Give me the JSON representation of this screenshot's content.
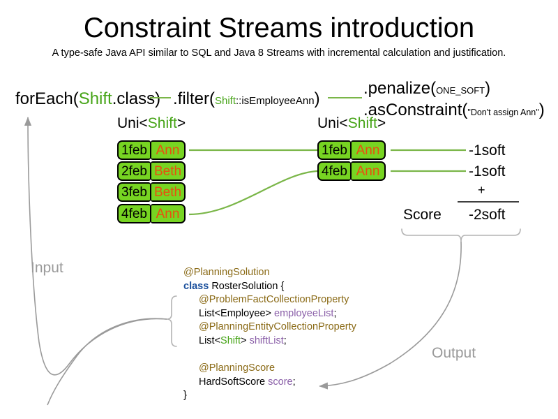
{
  "header": {
    "title": "Constraint Streams introduction",
    "subtitle": "A type-safe Java API similar to SQL and Java 8 Streams with incremental calculation and justification."
  },
  "pipeline": {
    "foreach": {
      "prefix": "forEach(",
      "type": "Shift",
      "suffix": ".class)"
    },
    "filter": {
      "prefix": ".filter(",
      "type": "Shift",
      "method": "::isEmployeeAnn",
      "suffix": ")"
    },
    "penalize": {
      "prefix": ".penalize(",
      "arg": "ONE_SOFT",
      "suffix": ")"
    },
    "as_constraint": {
      "prefix": ".asConstraint(",
      "arg": "\"Don't assign Ann\"",
      "suffix": ")"
    }
  },
  "streams": {
    "left": {
      "caption_prefix": "Uni<",
      "caption_type": "Shift",
      "caption_suffix": ">",
      "rows": [
        {
          "date": "1feb",
          "name": "Ann"
        },
        {
          "date": "2feb",
          "name": "Beth"
        },
        {
          "date": "3feb",
          "name": "Beth"
        },
        {
          "date": "4feb",
          "name": "Ann"
        }
      ]
    },
    "right": {
      "caption_prefix": "Uni<",
      "caption_type": "Shift",
      "caption_suffix": ">",
      "rows": [
        {
          "date": "1feb",
          "name": "Ann",
          "score": "-1soft"
        },
        {
          "date": "4feb",
          "name": "Ann",
          "score": "-1soft"
        }
      ]
    }
  },
  "score": {
    "plus": "+",
    "label": "Score",
    "total": "-2soft"
  },
  "flow_labels": {
    "input": "Input",
    "output": "Output"
  },
  "code": {
    "line1_ann": "@PlanningSolution",
    "line2_kw": "class",
    "line2_name": "RosterSolution {",
    "line3_ann": "@ProblemFactCollectionProperty",
    "line4_type": "List<Employee> ",
    "line4_field": "employeeList",
    "line4_semi": ";",
    "line5_ann": "@PlanningEntityCollectionProperty",
    "line6_pre": "List<",
    "line6_type": "Shift",
    "line6_post": "> ",
    "line6_field": "shiftList",
    "line6_semi": ";",
    "line7_ann": "@PlanningScore",
    "line8_type": "HardSoftScore ",
    "line8_field": "score",
    "line8_semi": ";",
    "line9_close": "}"
  },
  "colors": {
    "type_green": "#46a417",
    "box_green": "#77d422",
    "name_orange": "#e8500f",
    "annotation_brown": "#8a6a16",
    "keyword_blue": "#1a4f9c",
    "field_purple": "#8a5fa8",
    "connector_green": "#7ab648",
    "arrow_gray": "#9a9a9a"
  }
}
